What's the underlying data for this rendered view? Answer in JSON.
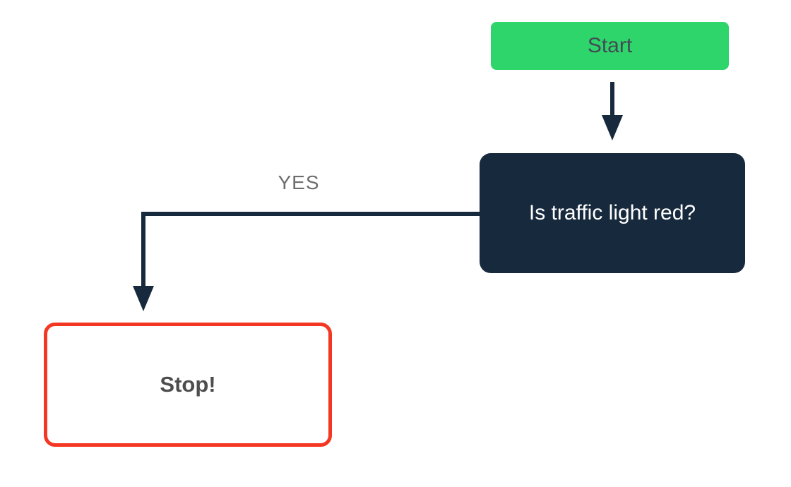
{
  "diagram": {
    "nodes": {
      "start": {
        "label": "Start",
        "type": "start"
      },
      "decision": {
        "label": "Is traffic light red?",
        "type": "decision"
      },
      "stop": {
        "label": "Stop!",
        "type": "terminal"
      }
    },
    "edges": {
      "start_to_decision": {
        "label": ""
      },
      "decision_to_stop": {
        "label": "YES"
      }
    },
    "colors": {
      "background": "#ffffff",
      "start_fill": "#2ed56b",
      "start_text": "#434a54",
      "decision_fill": "#17293c",
      "decision_text": "#ffffff",
      "stop_border": "#f43722",
      "stop_text": "#4d4d4d",
      "connector": "#17293c",
      "edge_label_text": "#6d6d6d"
    }
  }
}
